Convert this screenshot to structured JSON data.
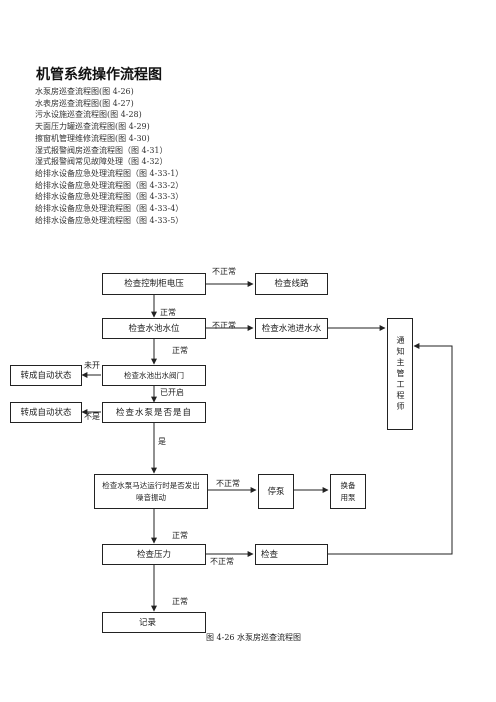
{
  "page": {
    "title": "机管系统操作流程图",
    "toc": [
      "水泵房巡查流程图(图 4-26)",
      "水表房巡查流程图(图 4-27)",
      "污水设施巡查流程图(图 4-28)",
      "天面压力罐巡查流程图(图 4-29)",
      "擦窗机管理维修流程图(图 4-30)",
      "湿式报警阀房巡查流程图（图 4-31）",
      "湿式报警阀常见故障处理（图 4-32）",
      "给排水设备应急处理流程图（图 4-33-1）",
      "给排水设备应急处理流程图（图 4-33-2）",
      "给排水设备应急处理流程图（图 4-33-3）",
      "给排水设备应急处理流程图（图 4-33-4）",
      "给排水设备应急处理流程图（图 4-33-5）"
    ]
  },
  "flowchart": {
    "nodes": {
      "check_cabinet_voltage": "检查控制柜电压",
      "check_line": "检查线路",
      "check_pool_level": "检查水池水位",
      "check_pool_inlet": "检查水池进水水",
      "notify_manager": "通知主管工程师",
      "auto_state_1": "转成自动状态",
      "check_outlet_valve": "检查水池出水阀门",
      "auto_state_2": "转成自动状态",
      "check_pump_auto": "检查水泵是否是自",
      "check_pump_motor": "检查水泵马达运行时是否发出噪音振动",
      "stop_pump": "停泵",
      "switch_backup": "换备用泵",
      "check_pressure": "检查压力",
      "inspect": "检查",
      "record": "记录"
    },
    "edge_labels": {
      "abnormal_1": "不正常",
      "normal_1": "正常",
      "abnormal_2": "不正常",
      "normal_2": "正常",
      "not_open": "未开",
      "opened": "已开启",
      "not_yes": "不是",
      "yes": "是",
      "abnormal_3": "不正常",
      "normal_3": "正常",
      "abnormal_4": "不正常",
      "normal_4": "正常"
    },
    "caption": "图 4-26  水泵房巡查流程图"
  }
}
